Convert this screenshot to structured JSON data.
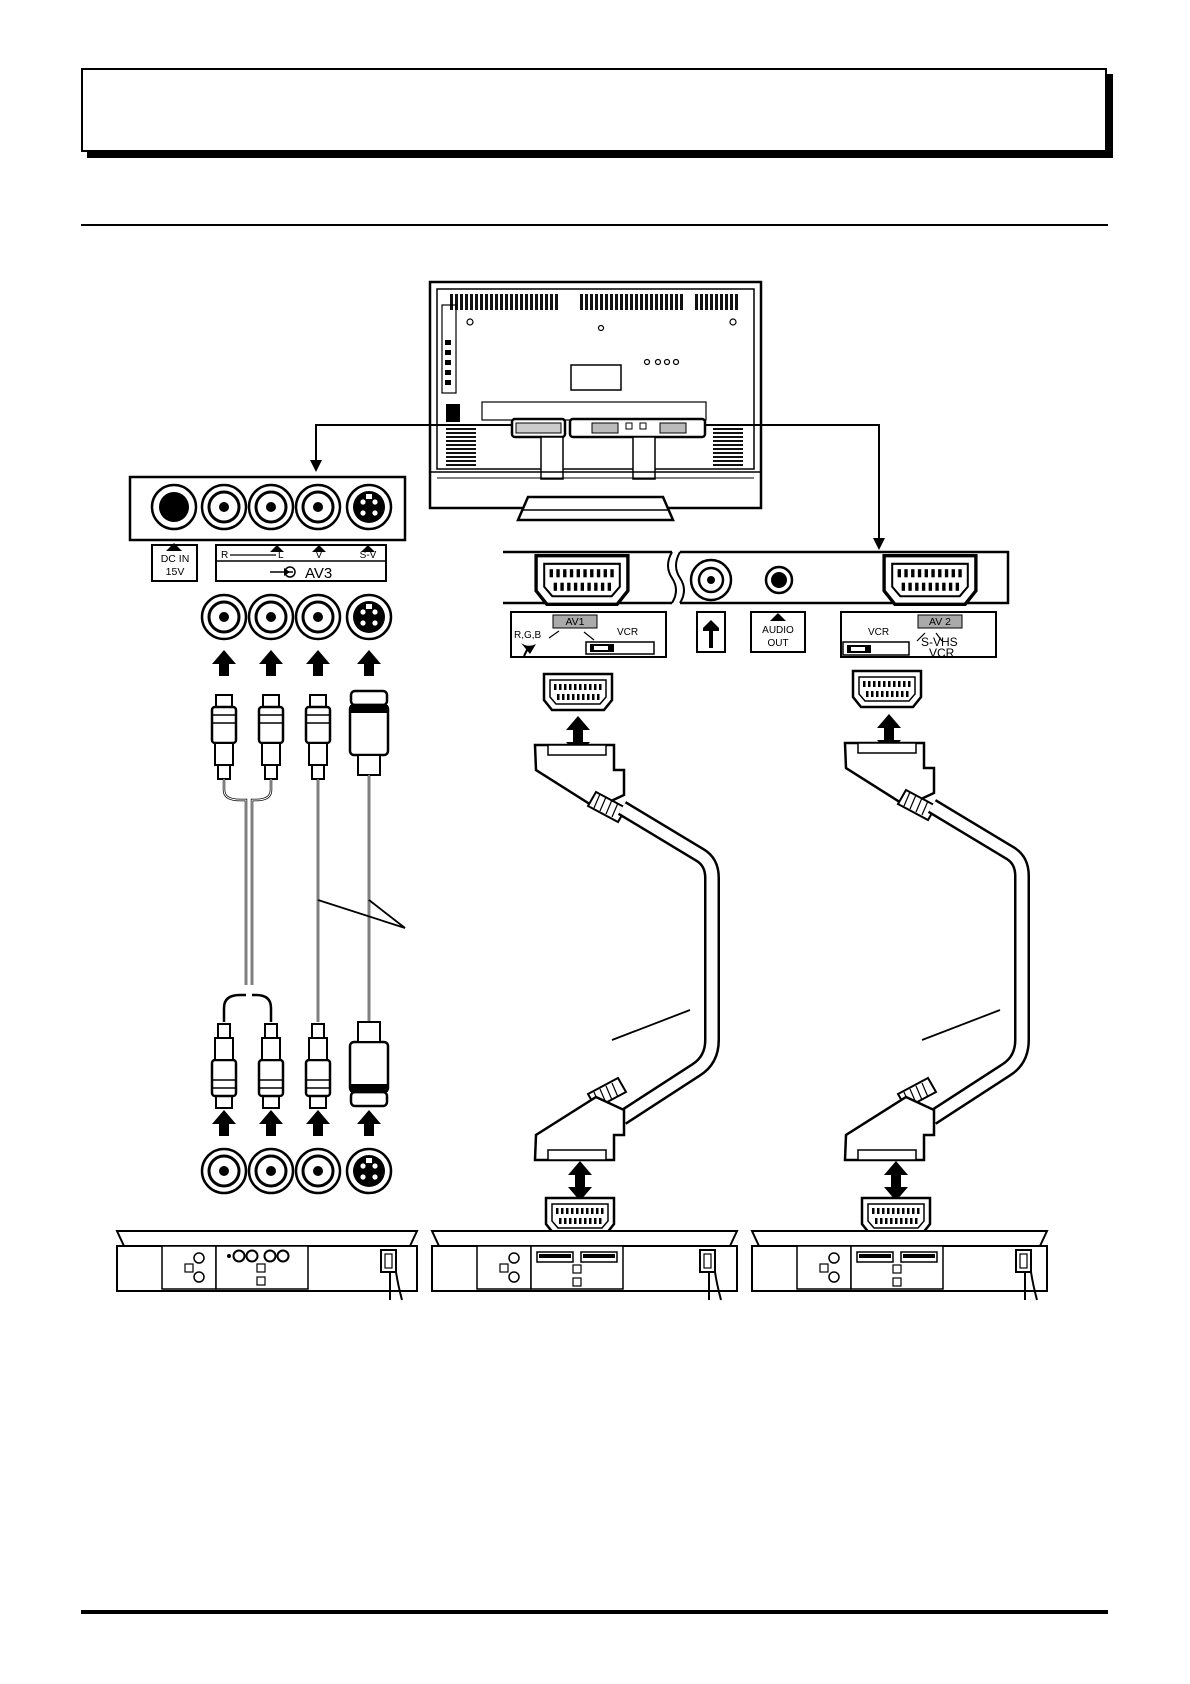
{
  "header": {
    "title": ""
  },
  "rear_panel": {
    "dc_in_line1": "DC  IN",
    "dc_in_line2": "15V",
    "av3_r": "R",
    "av3_l": "L",
    "av3_v": "V",
    "av3_sv": "S-V",
    "av3_label": "AV3"
  },
  "scart_panel": {
    "av1_label": "AV1",
    "av1_rgb": "R,G,B",
    "av1_vcr": "VCR",
    "audio_out_line1": "AUDIO",
    "audio_out_line2": "OUT",
    "av2_label": "AV 2",
    "av2_vcr": "VCR",
    "av2_svhs_line1": "S-VHS",
    "av2_svhs_line2": "VCR"
  },
  "icons": [
    "arrow-up-icon",
    "double-arrow-icon",
    "antenna-icon",
    "satellite-icon"
  ]
}
